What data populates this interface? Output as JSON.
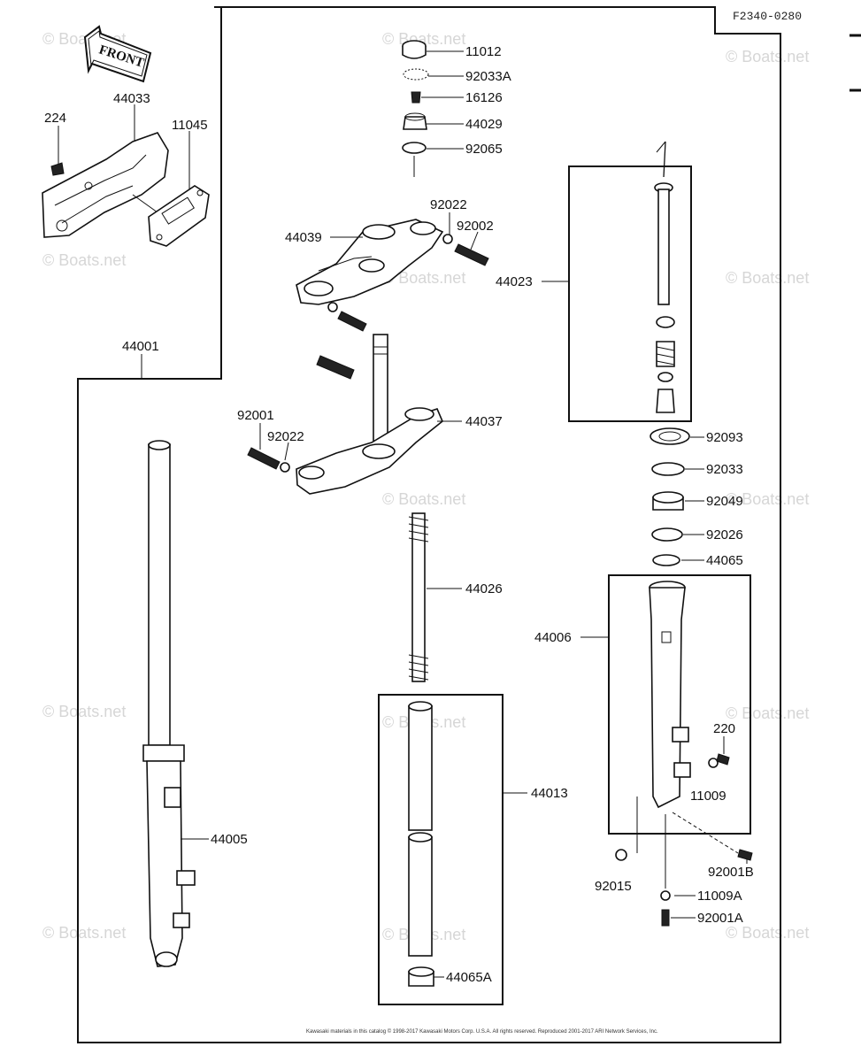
{
  "diagram": {
    "code": "F2340-0280",
    "front_arrow": "FRONT",
    "watermark": "© Boats.net",
    "copyright": "Kawasaki materials in this catalog © 1998-2017 Kawasaki Motors Corp. U.S.A. All rights reserved. Reproduced 2001-2017 ARI Network Services, Inc.",
    "labels": {
      "p11012": "11012",
      "p92033A": "92033A",
      "p16126": "16126",
      "p44029": "44029",
      "p92065": "92065",
      "p44033": "44033",
      "p224": "224",
      "p11045": "11045",
      "p92022a": "92022",
      "p92002": "92002",
      "p44039": "44039",
      "p44023": "44023",
      "p44001": "44001",
      "p92001": "92001",
      "p92022b": "92022",
      "p44037": "44037",
      "p92093": "92093",
      "p92033": "92033",
      "p92049": "92049",
      "p92026": "92026",
      "p44065": "44065",
      "p44026": "44026",
      "p44006": "44006",
      "p220": "220",
      "p11009": "11009",
      "p44013": "44013",
      "p44005": "44005",
      "p92001B": "92001B",
      "p92015": "92015",
      "p11009A": "11009A",
      "p92001A": "92001A",
      "p44065A": "44065A"
    }
  }
}
